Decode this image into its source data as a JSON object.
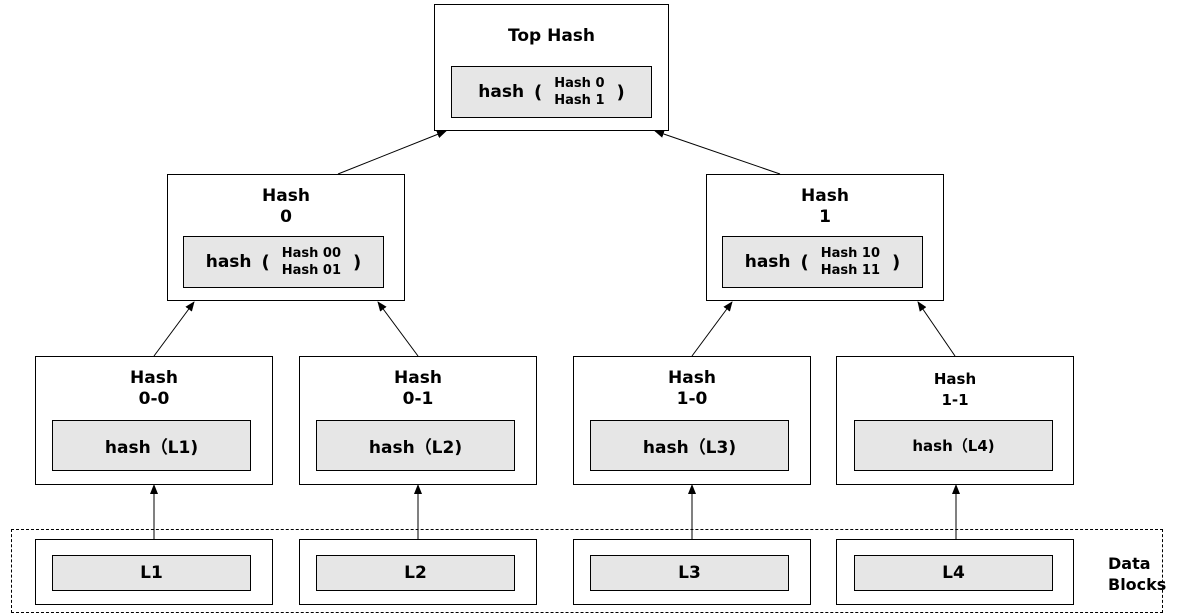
{
  "top": {
    "title": "Top Hash",
    "fn": "hash",
    "open": "(",
    "args": [
      "Hash 0",
      "Hash 1"
    ],
    "close": ")"
  },
  "level1": [
    {
      "title": [
        "Hash",
        "0"
      ],
      "fn": "hash",
      "open": "(",
      "args": [
        "Hash 00",
        "Hash 01"
      ],
      "close": ")"
    },
    {
      "title": [
        "Hash",
        "1"
      ],
      "fn": "hash",
      "open": "(",
      "args": [
        "Hash 10",
        "Hash 11"
      ],
      "close": ")"
    }
  ],
  "level2": [
    {
      "title": [
        "Hash",
        "0-0"
      ],
      "value": "hash（L1)"
    },
    {
      "title": [
        "Hash",
        "0-1"
      ],
      "value": "hash（L2)"
    },
    {
      "title": [
        "Hash",
        "1-0"
      ],
      "value": "hash（L3)"
    },
    {
      "title": [
        "Hash",
        "1-1"
      ],
      "value": "hash（L4)"
    }
  ],
  "leaves": [
    "L1",
    "L2",
    "L3",
    "L4"
  ],
  "data_blocks_label": [
    "Data",
    "Blocks"
  ]
}
